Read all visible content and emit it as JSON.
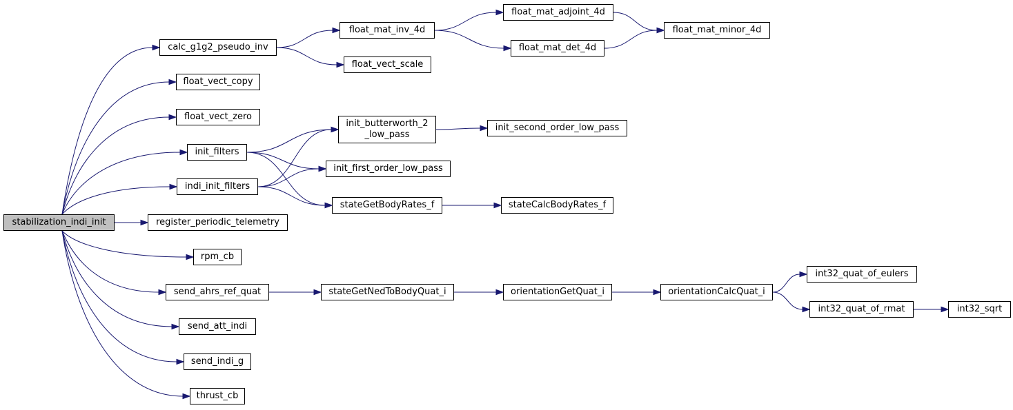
{
  "graph": {
    "root": "stabilization_indi_init",
    "nodes": [
      {
        "id": "root",
        "label": "stabilization_indi_init",
        "root": true
      },
      {
        "id": "calc_g1g2",
        "label": "calc_g1g2_pseudo_inv"
      },
      {
        "id": "vect_copy",
        "label": "float_vect_copy"
      },
      {
        "id": "vect_zero",
        "label": "float_vect_zero"
      },
      {
        "id": "init_filters",
        "label": "init_filters"
      },
      {
        "id": "indi_init_filters",
        "label": "indi_init_filters"
      },
      {
        "id": "reg_tel",
        "label": "register_periodic_telemetry"
      },
      {
        "id": "rpm_cb",
        "label": "rpm_cb"
      },
      {
        "id": "send_ahrs",
        "label": "send_ahrs_ref_quat"
      },
      {
        "id": "send_att",
        "label": "send_att_indi"
      },
      {
        "id": "send_g",
        "label": "send_indi_g"
      },
      {
        "id": "thrust_cb",
        "label": "thrust_cb"
      },
      {
        "id": "mat_inv",
        "label": "float_mat_inv_4d"
      },
      {
        "id": "vect_scale",
        "label": "float_vect_scale"
      },
      {
        "id": "mat_adj",
        "label": "float_mat_adjoint_4d"
      },
      {
        "id": "mat_det",
        "label": "float_mat_det_4d"
      },
      {
        "id": "mat_minor",
        "label": "float_mat_minor_4d"
      },
      {
        "id": "butter",
        "label": "init_butterworth_2\n_low_pass"
      },
      {
        "id": "first_lp",
        "label": "init_first_order_low_pass"
      },
      {
        "id": "body_rates",
        "label": "stateGetBodyRates_f"
      },
      {
        "id": "second_lp",
        "label": "init_second_order_low_pass"
      },
      {
        "id": "calc_rates",
        "label": "stateCalcBodyRates_f"
      },
      {
        "id": "ned_quat",
        "label": "stateGetNedToBodyQuat_i"
      },
      {
        "id": "orient_get",
        "label": "orientationGetQuat_i"
      },
      {
        "id": "orient_calc",
        "label": "orientationCalcQuat_i"
      },
      {
        "id": "q_eulers",
        "label": "int32_quat_of_eulers"
      },
      {
        "id": "q_rmat",
        "label": "int32_quat_of_rmat"
      },
      {
        "id": "sqrt",
        "label": "int32_sqrt"
      }
    ],
    "edges": [
      [
        "root",
        "calc_g1g2"
      ],
      [
        "root",
        "vect_copy"
      ],
      [
        "root",
        "vect_zero"
      ],
      [
        "root",
        "init_filters"
      ],
      [
        "root",
        "indi_init_filters"
      ],
      [
        "root",
        "reg_tel"
      ],
      [
        "root",
        "rpm_cb"
      ],
      [
        "root",
        "send_ahrs"
      ],
      [
        "root",
        "send_att"
      ],
      [
        "root",
        "send_g"
      ],
      [
        "root",
        "thrust_cb"
      ],
      [
        "calc_g1g2",
        "mat_inv"
      ],
      [
        "calc_g1g2",
        "vect_scale"
      ],
      [
        "mat_inv",
        "mat_adj"
      ],
      [
        "mat_inv",
        "mat_det"
      ],
      [
        "mat_adj",
        "mat_minor"
      ],
      [
        "mat_det",
        "mat_minor"
      ],
      [
        "init_filters",
        "butter"
      ],
      [
        "init_filters",
        "first_lp"
      ],
      [
        "init_filters",
        "body_rates"
      ],
      [
        "indi_init_filters",
        "butter"
      ],
      [
        "indi_init_filters",
        "first_lp"
      ],
      [
        "indi_init_filters",
        "body_rates"
      ],
      [
        "butter",
        "second_lp"
      ],
      [
        "body_rates",
        "calc_rates"
      ],
      [
        "send_ahrs",
        "ned_quat"
      ],
      [
        "ned_quat",
        "orient_get"
      ],
      [
        "orient_get",
        "orient_calc"
      ],
      [
        "orient_calc",
        "q_eulers"
      ],
      [
        "orient_calc",
        "q_rmat"
      ],
      [
        "q_rmat",
        "sqrt"
      ]
    ]
  },
  "colors": {
    "edge": "#191970",
    "node_border": "#000000",
    "node_fill": "#ffffff",
    "root_fill": "#bfbfbf"
  }
}
